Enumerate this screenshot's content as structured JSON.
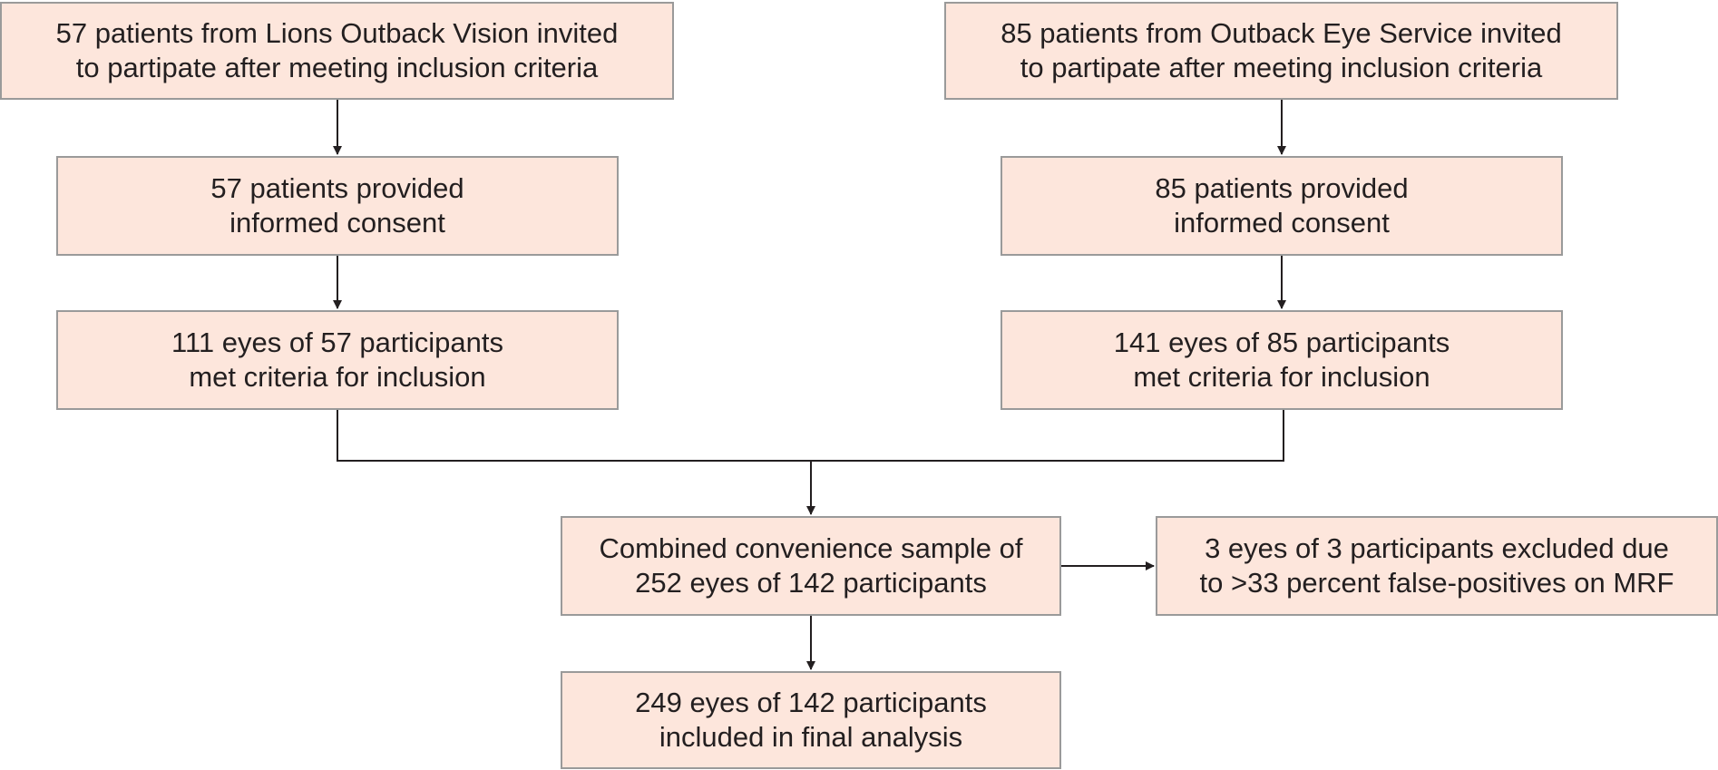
{
  "diagram": {
    "boxes": {
      "lov_invited": {
        "line1": "57 patients from Lions Outback Vision invited",
        "line2": "to partipate after meeting inclusion criteria"
      },
      "oes_invited": {
        "line1": "85 patients from Outback Eye Service invited",
        "line2": "to partipate after meeting inclusion criteria"
      },
      "lov_consent": {
        "line1": "57 patients provided",
        "line2": "informed consent"
      },
      "oes_consent": {
        "line1": "85 patients provided",
        "line2": "informed consent"
      },
      "lov_eyes": {
        "line1": "111 eyes of 57 participants",
        "line2": "met criteria for inclusion"
      },
      "oes_eyes": {
        "line1": "141 eyes of 85 participants",
        "line2": "met criteria for inclusion"
      },
      "combined": {
        "line1": "Combined convenience sample of",
        "line2": "252 eyes of 142 participants"
      },
      "excluded": {
        "line1": "3 eyes of 3 participants excluded due",
        "line2": "to >33 percent false-positives on MRF"
      },
      "final": {
        "line1": "249 eyes of 142 participants",
        "line2": "included in final analysis"
      }
    },
    "colors": {
      "box_fill": "#fde6dc",
      "box_border": "#9a9a9a",
      "connector": "#231f20",
      "text": "#231f20"
    }
  }
}
